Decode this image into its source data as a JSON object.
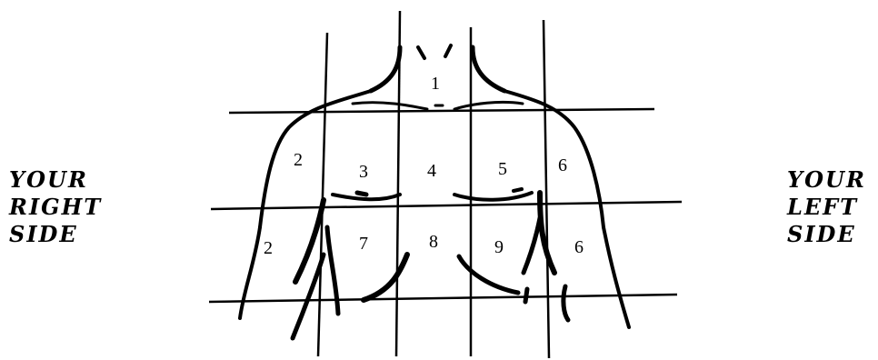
{
  "labels": {
    "right_side": [
      "YOUR",
      "RIGHT",
      "SIDE"
    ],
    "left_side": [
      "YOUR",
      "LEFT",
      "SIDE"
    ]
  },
  "regions": [
    "1",
    "2",
    "3",
    "4",
    "5",
    "6",
    "2",
    "7",
    "8",
    "9",
    "6"
  ],
  "colors": {
    "ink": "#000000",
    "background": "#ffffff"
  }
}
